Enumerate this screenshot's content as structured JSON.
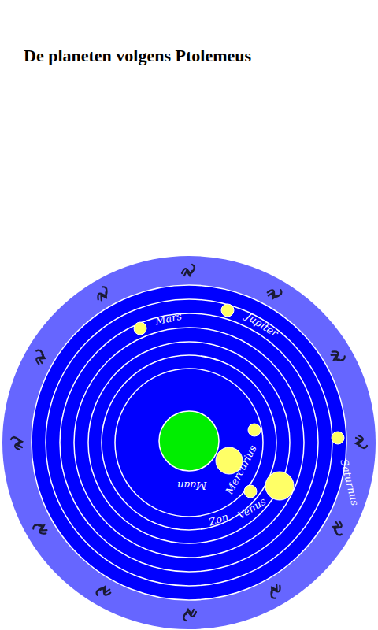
{
  "diagram": {
    "title": "De planeten volgens Ptolemeus",
    "labels": [
      "Mars",
      "Jupiter",
      "Saturnus",
      "Mercurius",
      "Maan",
      "Zon",
      "Venus"
    ]
  }
}
